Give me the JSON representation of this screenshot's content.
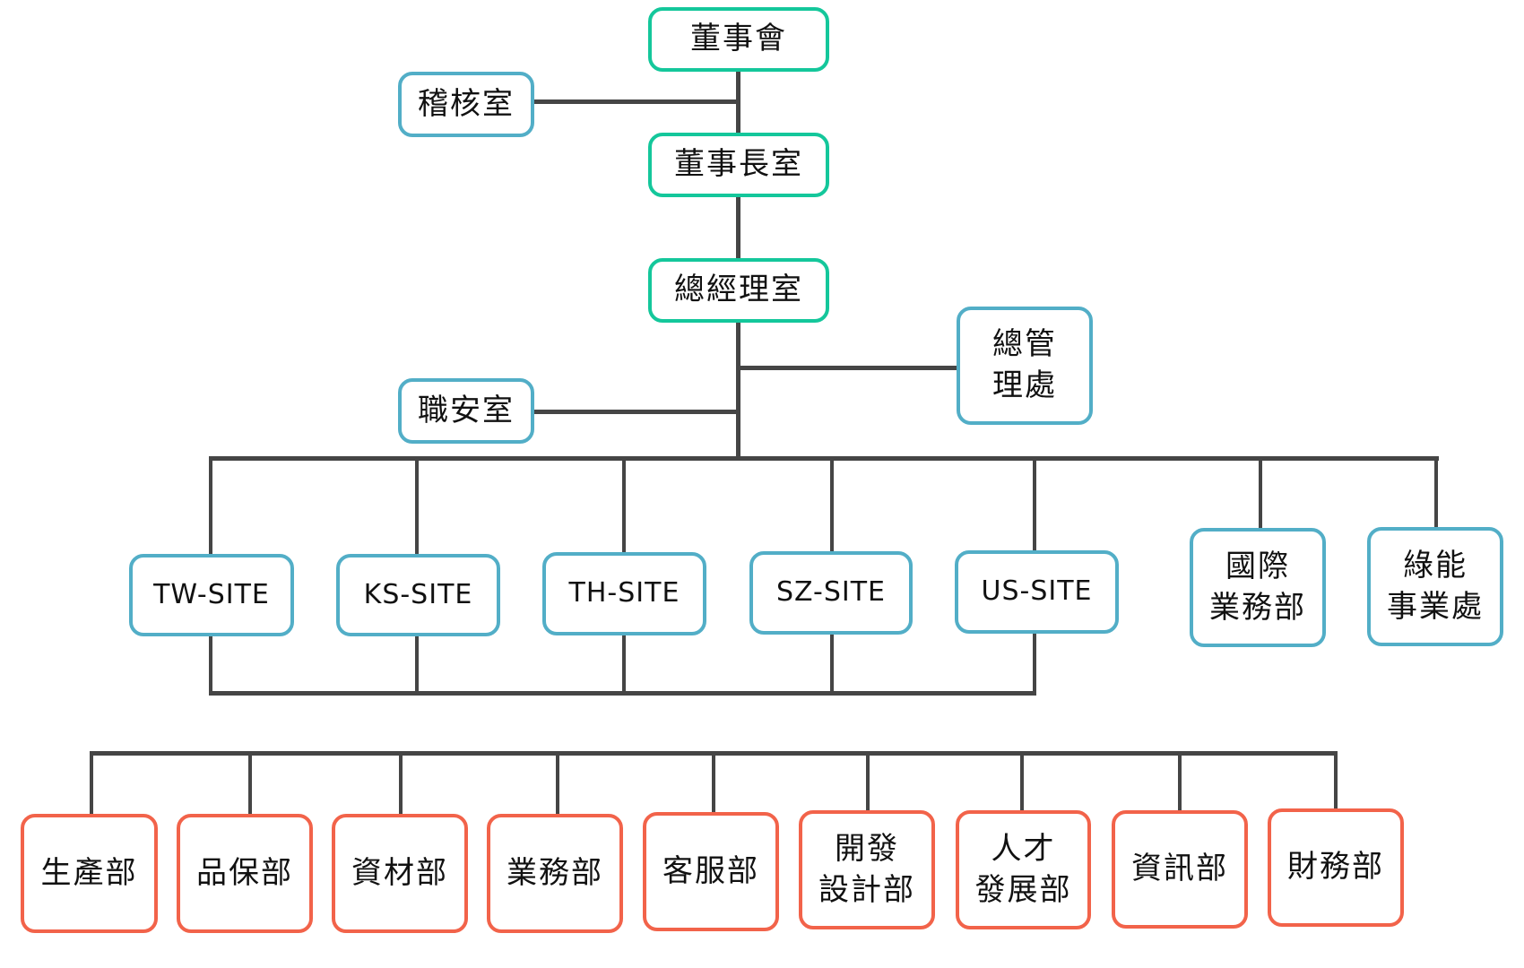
{
  "title": "Organization Chart",
  "colors": {
    "executive": "#14c79b",
    "staff": "#52aec7",
    "department": "#f2634a",
    "connector": "#454545"
  },
  "executive": {
    "board": "董事會",
    "chairman_office": "董事長室",
    "gm_office": "總經理室"
  },
  "staff_units": {
    "audit_office": "稽核室",
    "safety_office": "職安室",
    "general_admin": [
      "總管",
      "理處"
    ]
  },
  "sites": [
    "TW-SITE",
    "KS-SITE",
    "TH-SITE",
    "SZ-SITE",
    "US-SITE"
  ],
  "divisions": {
    "international_business": [
      "國際",
      "業務部"
    ],
    "green_energy": [
      "綠能",
      "事業處"
    ]
  },
  "departments": [
    {
      "lines": [
        "生產部"
      ]
    },
    {
      "lines": [
        "品保部"
      ]
    },
    {
      "lines": [
        "資材部"
      ]
    },
    {
      "lines": [
        "業務部"
      ]
    },
    {
      "lines": [
        "客服部"
      ]
    },
    {
      "lines": [
        "開發",
        "設計部"
      ]
    },
    {
      "lines": [
        "人才",
        "發展部"
      ]
    },
    {
      "lines": [
        "資訊部"
      ]
    },
    {
      "lines": [
        "財務部"
      ]
    }
  ]
}
